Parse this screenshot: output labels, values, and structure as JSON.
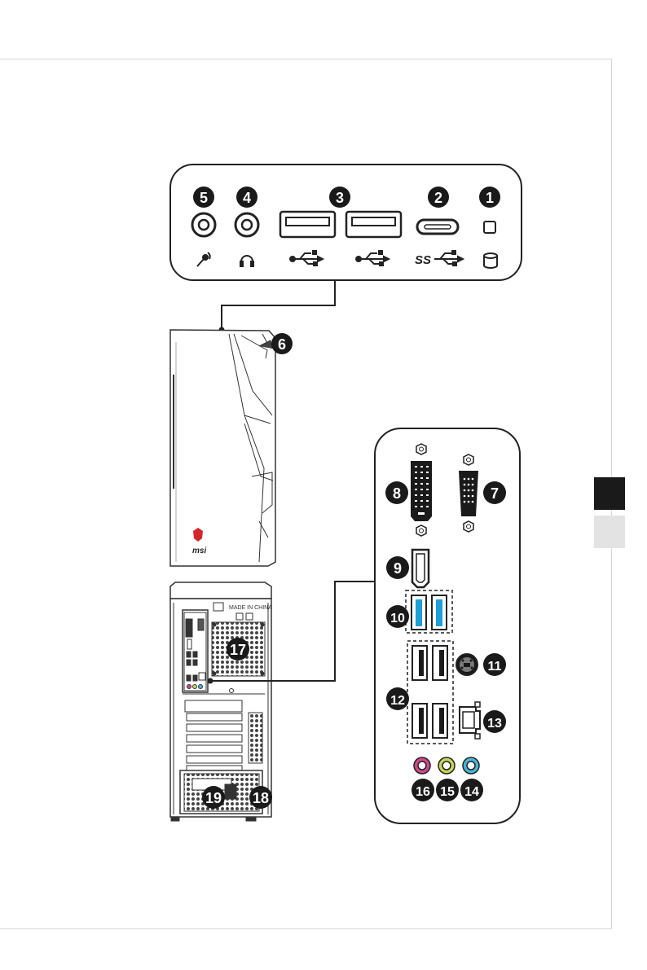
{
  "callouts": {
    "n1": "1",
    "n2": "2",
    "n3": "3",
    "n4": "4",
    "n5": "5",
    "n6": "6",
    "n7": "7",
    "n8": "8",
    "n9": "9",
    "n10": "10",
    "n11": "11",
    "n12": "12",
    "n13": "13",
    "n14": "14",
    "n15": "15",
    "n16": "16",
    "n17": "17",
    "n18": "18",
    "n19": "19"
  },
  "case_label": {
    "made_in": "MADE IN CHINA",
    "brand": "msi"
  },
  "icons": {
    "mic": "microphone-icon",
    "headphone": "headphone-icon",
    "usb": "usb-icon",
    "usb_ss": "superspeed-usb-icon",
    "hdd": "hdd-led-icon"
  },
  "colors": {
    "callout": "#1a1a1a",
    "usb3_blue": "#1e9fd8",
    "mic_pink": "#d1488d",
    "line_in_lime": "#c5d65a",
    "line_out_blue": "#46b6d9",
    "msi_red": "#d3262c"
  }
}
